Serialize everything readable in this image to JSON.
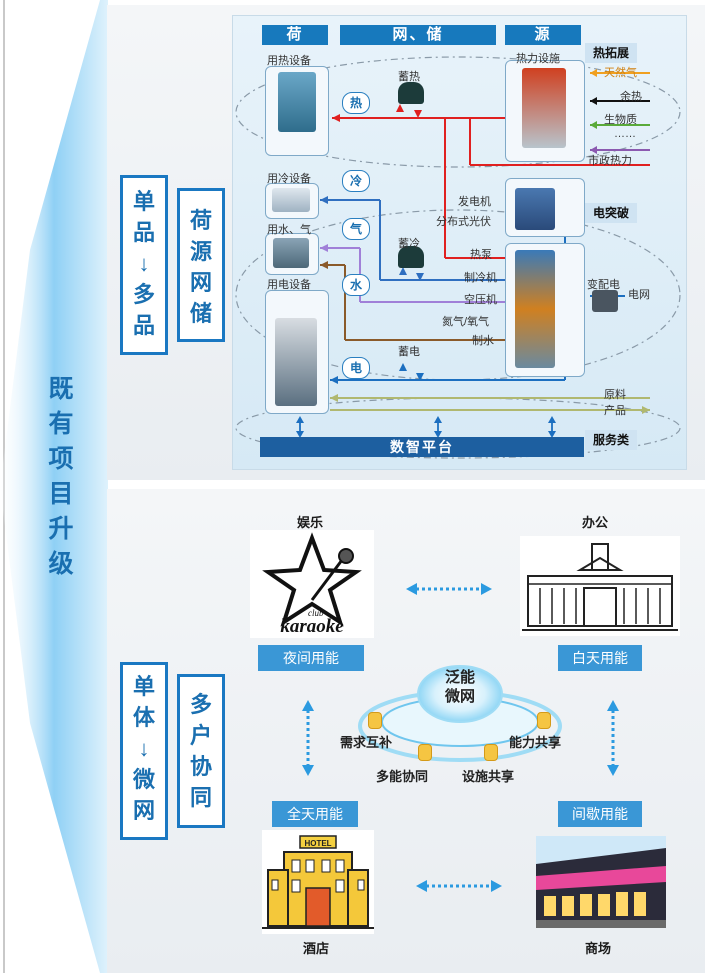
{
  "side_title": [
    "既",
    "有",
    "项",
    "目",
    "升",
    "级"
  ],
  "box1": [
    "单",
    "品",
    "↓",
    "多",
    "品"
  ],
  "box2": [
    "荷",
    "源",
    "网",
    "储"
  ],
  "box3": [
    "单",
    "体",
    "↓",
    "微",
    "网"
  ],
  "box4": [
    "多",
    "户",
    "协",
    "同"
  ],
  "top": {
    "headers": [
      "荷",
      "网、储",
      "源"
    ],
    "heat_expand_badge": "热拓展",
    "power_badge": "电突破",
    "service_badge": "服务类",
    "platform": "数智平台",
    "labels": {
      "heat_equipment": "用热设备",
      "heat_storage": "蓄热",
      "heat_source": "热力设施",
      "natural_gas": "天然气",
      "waste_heat": "余热",
      "biomass": "生物质",
      "dots": "……",
      "municipal_heat": "市政热力",
      "cool_equipment": "用冷设备",
      "water_gas": "用水、气",
      "power_equipment": "用电设备",
      "cold_storage": "蓄冷",
      "power_storage": "蓄电",
      "generator": "发电机",
      "pv": "分布式光伏",
      "heat_pump": "热泵",
      "chiller": "制冷机",
      "air_compressor": "空压机",
      "nitrogen_oxygen": "氮气/氧气",
      "water_making": "制水",
      "transformer": "变配电",
      "grid": "电网",
      "raw_material": "原料",
      "product": "产品"
    },
    "circles": [
      "热",
      "冷",
      "气",
      "水",
      "电"
    ]
  },
  "bottom": {
    "entertainment": "娱乐",
    "office": "办公",
    "night_use": "夜间用能",
    "day_use": "白天用能",
    "center_title": [
      "泛能",
      "微网"
    ],
    "demand": "需求互补",
    "capacity_share": "能力共享",
    "multi_energy": "多能协同",
    "facility_share": "设施共享",
    "allday_use": "全天用能",
    "intermittent_use": "间歇用能",
    "hotel": "酒店",
    "mall": "商场",
    "karaoke_club": "club",
    "karaoke": "karaoke",
    "hotel_sign": "HOTEL"
  }
}
